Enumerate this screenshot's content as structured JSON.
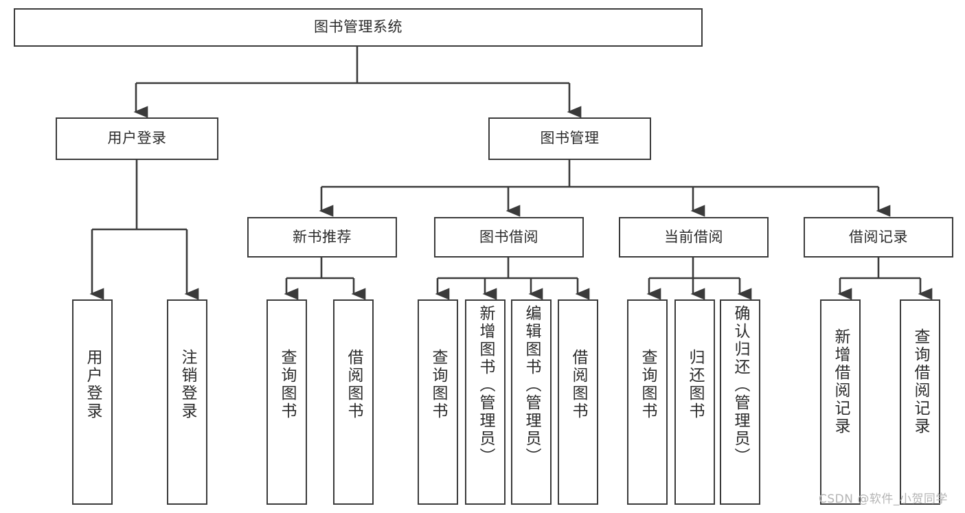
{
  "diagram": {
    "title": "图书管理系统",
    "type": "hierarchy-tree",
    "watermark": "CSDN @软件_小贺同学",
    "colors": {
      "stroke": "#3a3a3a",
      "text": "#2b2b2b",
      "background": "#ffffff",
      "watermark": "#b4b4b4"
    },
    "nodes": {
      "root": {
        "label": "图书管理系统"
      },
      "level1": [
        {
          "label": "用户登录"
        },
        {
          "label": "图书管理"
        }
      ],
      "level2": [
        {
          "label": "新书推荐"
        },
        {
          "label": "图书借阅"
        },
        {
          "label": "当前借阅"
        },
        {
          "label": "借阅记录"
        }
      ],
      "leaves": {
        "user_login": [
          {
            "label": "用户登录"
          },
          {
            "label": "注销登录"
          }
        ],
        "new_book": [
          {
            "label": "查询图书"
          },
          {
            "label": "借阅图书"
          }
        ],
        "book_borrow": [
          {
            "label": "查询图书"
          },
          {
            "label": "新增图书（管理员）"
          },
          {
            "label": "编辑图书（管理员）"
          },
          {
            "label": "借阅图书"
          }
        ],
        "current_borrow": [
          {
            "label": "查询图书"
          },
          {
            "label": "归还图书"
          },
          {
            "label": "确认归还（管理员）"
          }
        ],
        "borrow_record": [
          {
            "label": "新增借阅记录"
          },
          {
            "label": "查询借阅记录"
          }
        ]
      }
    }
  }
}
